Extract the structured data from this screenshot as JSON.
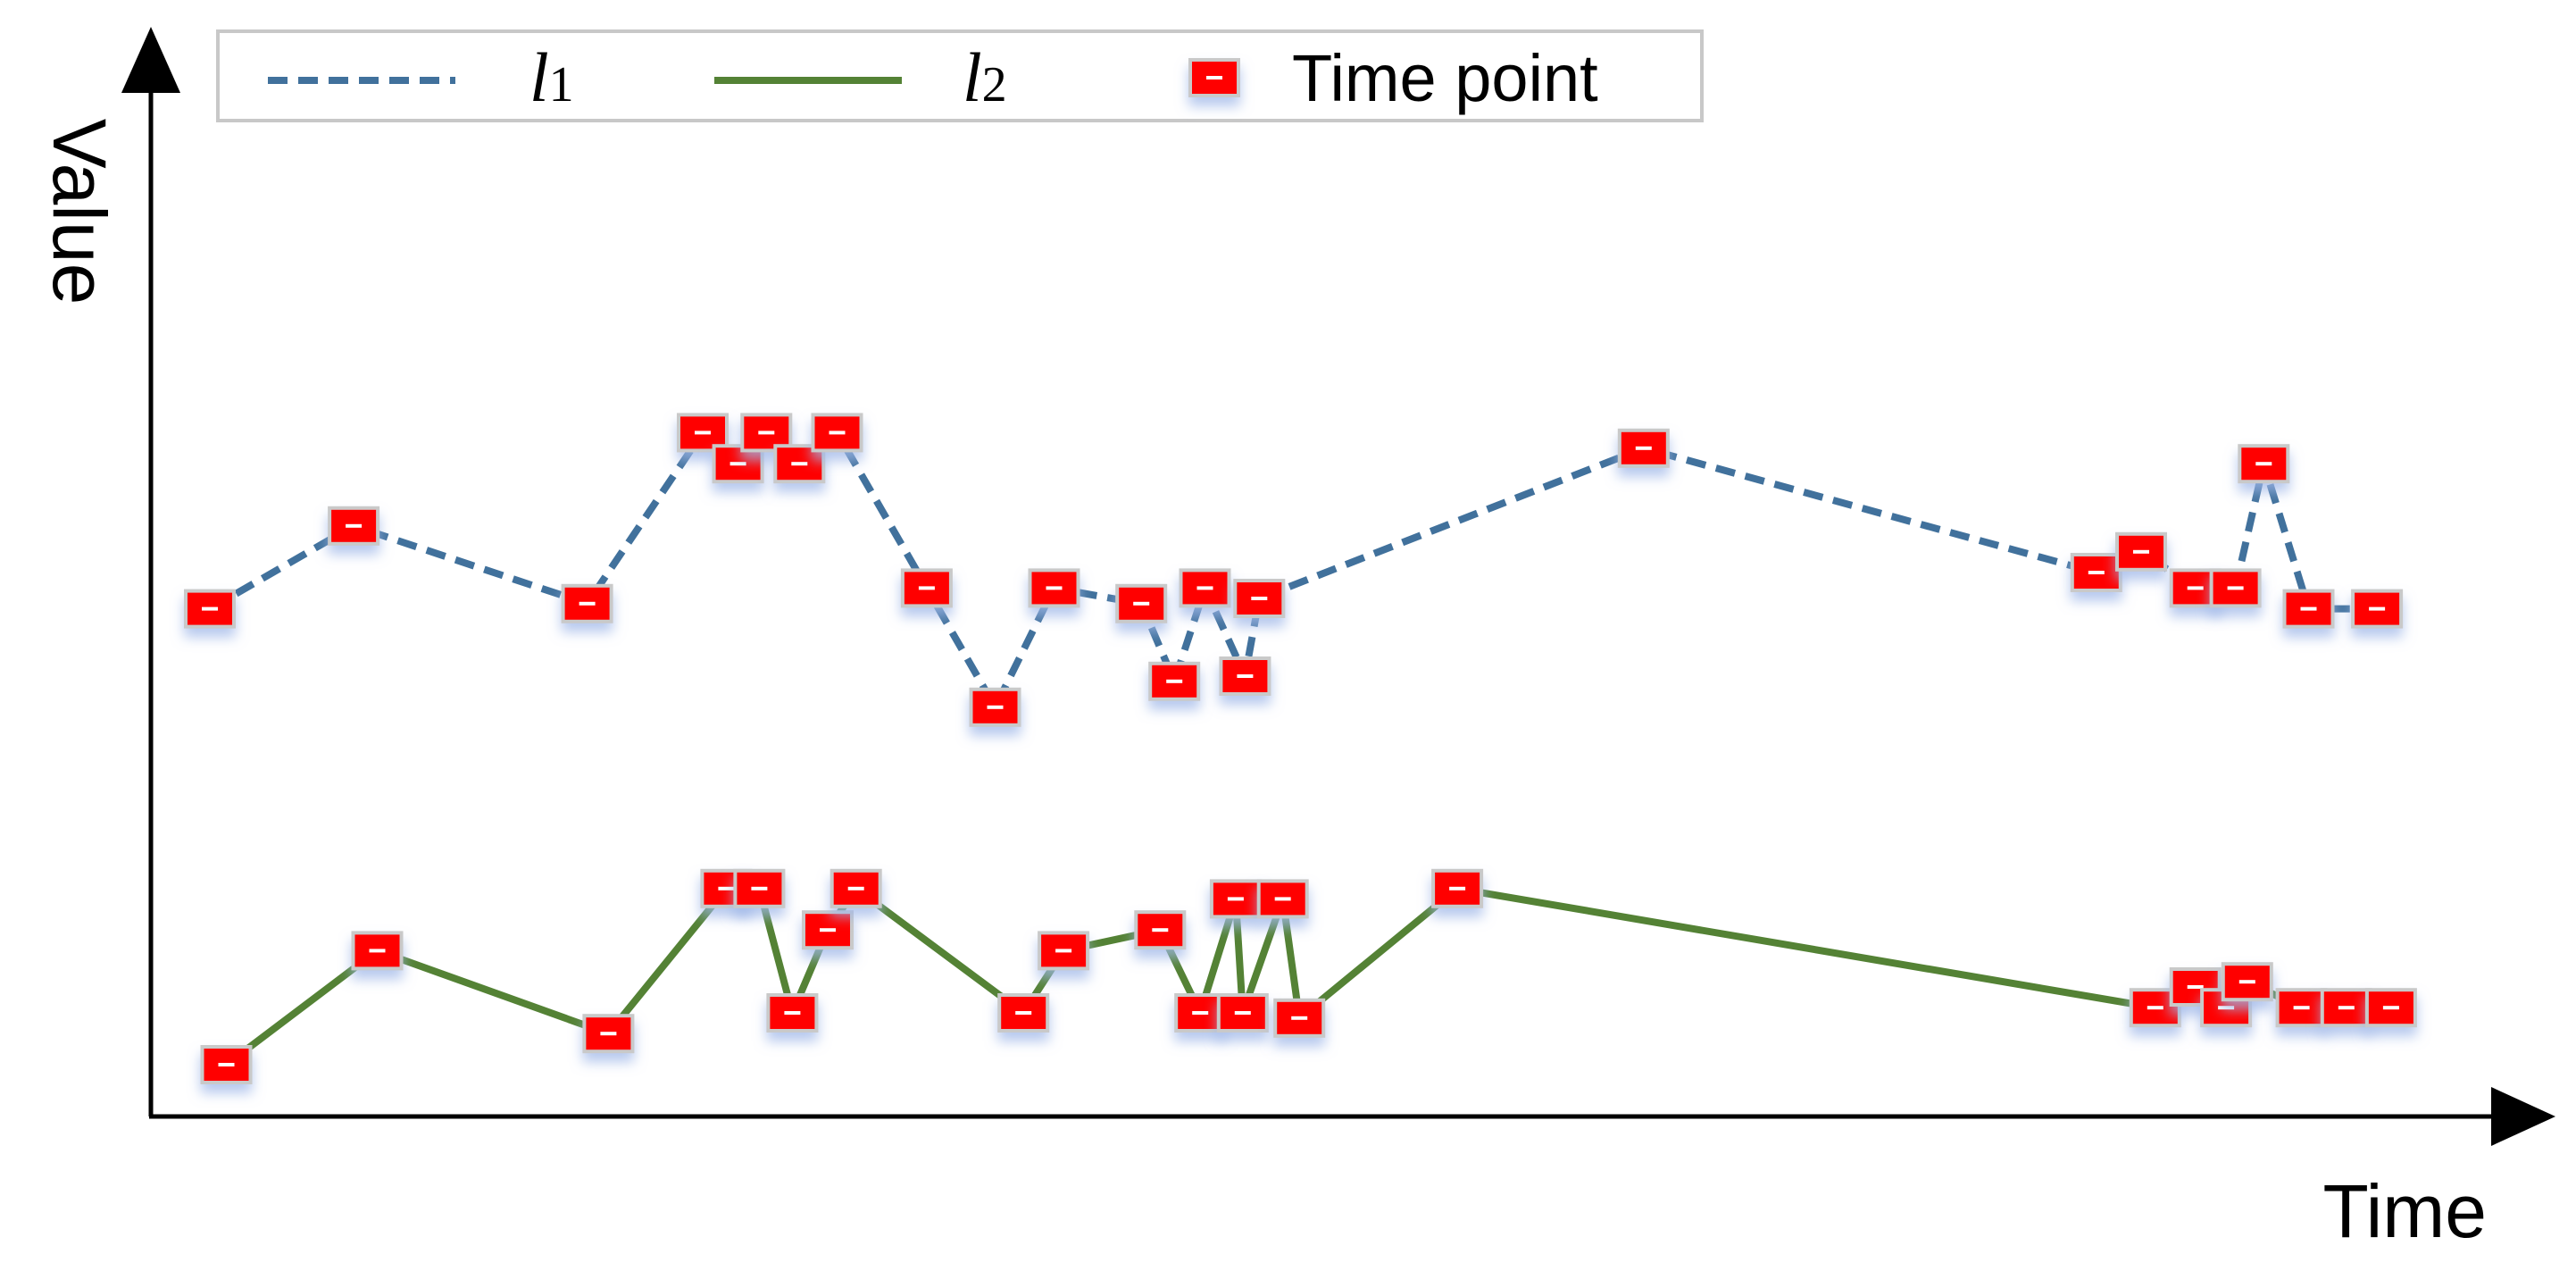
{
  "chart_data": {
    "type": "line",
    "xlabel": "Time",
    "ylabel": "Value",
    "xlim": [
      0,
      100
    ],
    "ylim": [
      0,
      100
    ],
    "grid": false,
    "legend_position": "top-left",
    "legend": [
      {
        "key": "l1",
        "base": "l",
        "sub": "1",
        "style": "dashed",
        "color": "#41719c"
      },
      {
        "key": "l2",
        "base": "l",
        "sub": "2",
        "style": "solid",
        "color": "#548235"
      },
      {
        "key": "tp",
        "label": "Time point",
        "style": "marker",
        "color": "#ff0000"
      }
    ],
    "marker_color": "#ff0000",
    "series": [
      {
        "id": "l1",
        "color": "#41719c",
        "style": "dashed",
        "x": [
          2.5,
          8.6,
          18.5,
          23.4,
          24.9,
          26.1,
          27.5,
          29.1,
          32.9,
          35.8,
          38.3,
          42.0,
          43.4,
          44.7,
          46.4,
          47.0,
          63.3,
          82.5,
          84.4,
          86.7,
          88.4,
          89.6,
          91.5,
          94.4
        ],
        "y": [
          49,
          57,
          49.5,
          66,
          63,
          66,
          63,
          66,
          51,
          39.5,
          51,
          49.5,
          42,
          51,
          42.5,
          50,
          64.5,
          52.5,
          54.5,
          51,
          51,
          63,
          49,
          49
        ]
      },
      {
        "id": "l2",
        "color": "#548235",
        "style": "solid",
        "x": [
          3.2,
          9.6,
          19.4,
          24.4,
          25.8,
          27.2,
          28.7,
          29.9,
          37.0,
          38.7,
          42.8,
          44.5,
          46.0,
          46.3,
          48.0,
          48.7,
          55.4,
          85.0,
          86.7,
          88.0,
          88.9,
          91.2,
          93.1,
          95.0
        ],
        "y": [
          5,
          16,
          8,
          22,
          22,
          10,
          18,
          22,
          10,
          16,
          18,
          10,
          21,
          10,
          21,
          9.5,
          22,
          10.5,
          12.5,
          10.5,
          13,
          10.5,
          10.5,
          10.5
        ]
      }
    ]
  }
}
